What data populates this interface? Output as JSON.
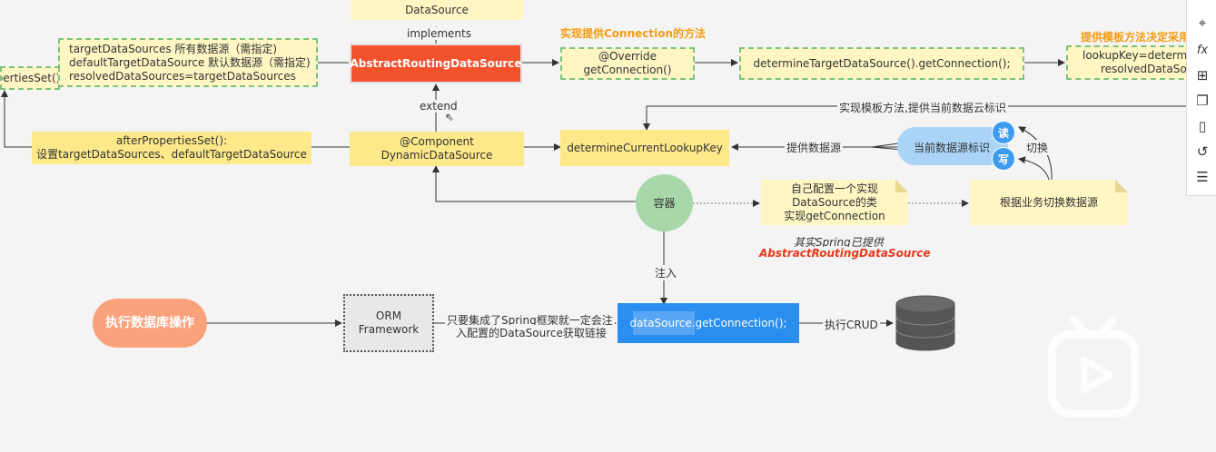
{
  "boxes": {
    "datasource": "DataSource",
    "implements": "implements",
    "abstract_routing": "AbstractRoutingDataSource",
    "targets_line1": "targetDataSources 所有数据源（需指定)",
    "targets_line2": "defaultTargetDataSource  默认数据源（需指定)",
    "targets_line3": "resolvedDataSources=targetDataSources",
    "properties_set": "pertiesSet():",
    "override_line1": "@Override",
    "override_line2": "getConnection()",
    "determine_target": "determineTargetDataSource().getConnection();",
    "lookup_line1": "lookupKey=determi",
    "lookup_line2": "resolvedDataSour",
    "extend": "extend",
    "after_props_line1": "afterPropertiesSet():",
    "after_props_line2": "设置targetDataSources、defaultTargetDataSource",
    "component_line1": "@Component",
    "component_line2": "DynamicDataSource",
    "determine_lookup": "determineCurrentLookupKey",
    "container": "容器",
    "custom_line1": "自己配置一个实现",
    "custom_line2": "DataSource的类",
    "custom_line3": "实现getConnection",
    "switch_by_business": "根据业务切换数据源",
    "spring_provided_line1": "其实Spring已提供",
    "spring_provided_line2": "AbstractRoutingDataSource",
    "inject": "注入",
    "exec_db": "执行数据库操作",
    "orm_line1": "ORM",
    "orm_line2": "Framework",
    "spring_note_line1": "只要集成了Spring框架就一定会注",
    "spring_note_line2": "入配置的DataSource获取链接",
    "get_connection": "dataSource.getConnection();",
    "exec_crud": "执行CRUD"
  },
  "labels": {
    "impl_connection": "实现提供Connection的方法",
    "template_method": "提供模板方法决定采用",
    "template_impl": "实现模板方法,提供当前数据云标识",
    "provide_datasource": "提供数据源",
    "current_ds_id": "当前数据源标识",
    "read": "读",
    "write": "写",
    "switch": "切换"
  },
  "colors": {
    "abstract_box": "#f4522d",
    "yellow": "#fde98a",
    "pale_yellow": "#fff6c4",
    "green_dash": "#7cc27e",
    "orange_text": "#f39c12",
    "blue_box": "#2a8ef0",
    "container_green": "#a8d8a9",
    "exec_db_orange": "#f9a27b",
    "light_blue": "#a9d4f7",
    "read_write_blue": "#3d9cf0"
  },
  "sidebar_icons": [
    "crosshair-icon",
    "function-icon",
    "add-frame-icon",
    "copy-icon",
    "page-icon",
    "history-icon",
    "comment-icon"
  ],
  "overlay": {
    "icon": "bilibili-tv-play-icon"
  }
}
